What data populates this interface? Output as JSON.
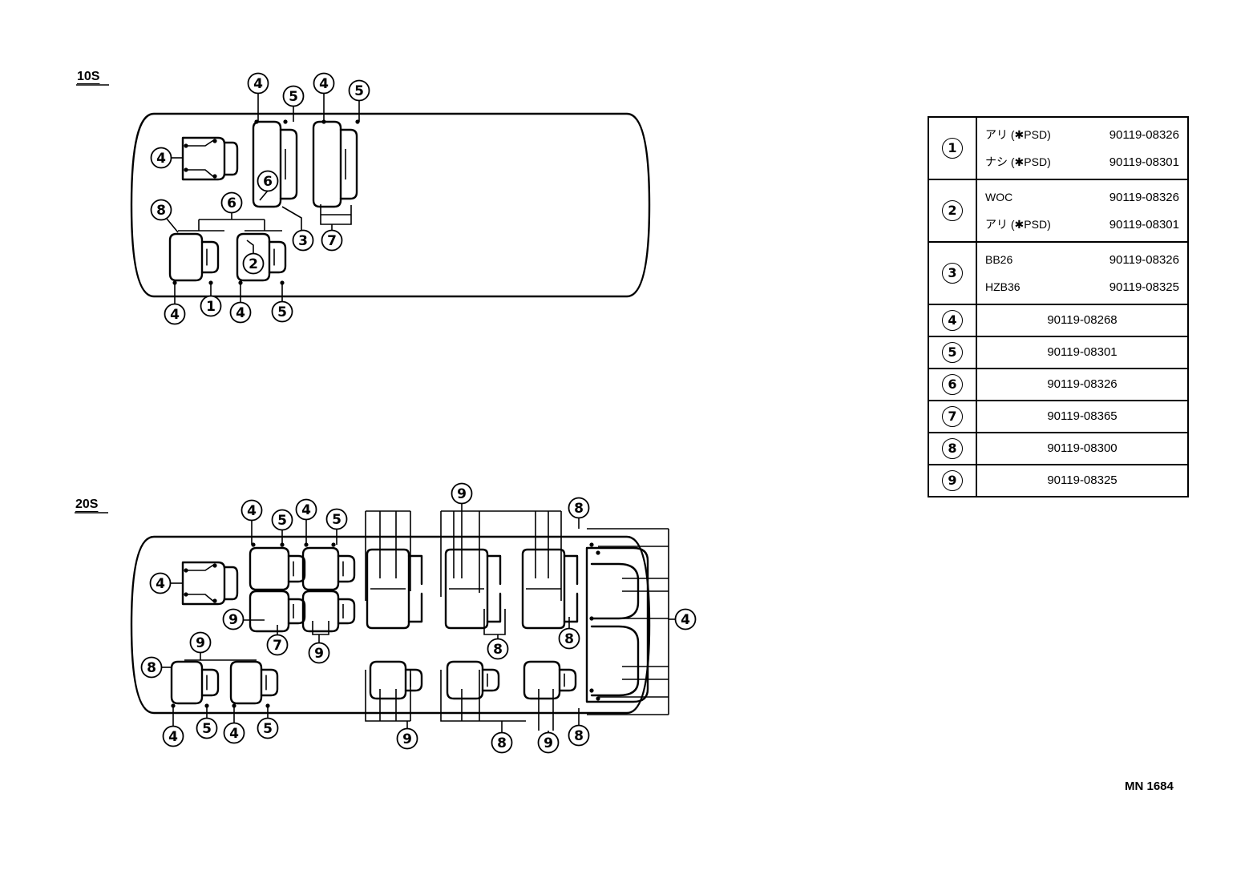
{
  "sections": {
    "ten_s": "10S",
    "twenty_s": "20S"
  },
  "parts_table": [
    {
      "key": "1",
      "variants": [
        {
          "cond": "アリ (✱PSD)",
          "part": "90119-08326"
        },
        {
          "cond": "ナシ (✱PSD)",
          "part": "90119-08301"
        }
      ]
    },
    {
      "key": "2",
      "variants": [
        {
          "cond": "WOC",
          "part": "90119-08326"
        },
        {
          "cond": "アリ (✱PSD)",
          "part": "90119-08301"
        }
      ]
    },
    {
      "key": "3",
      "variants": [
        {
          "cond": "BB26",
          "part": "90119-08326"
        },
        {
          "cond": "HZB36",
          "part": "90119-08325"
        }
      ]
    },
    {
      "key": "4",
      "part": "90119-08268"
    },
    {
      "key": "5",
      "part": "90119-08301"
    },
    {
      "key": "6",
      "part": "90119-08326"
    },
    {
      "key": "7",
      "part": "90119-08365"
    },
    {
      "key": "8",
      "part": "90119-08300"
    },
    {
      "key": "9",
      "part": "90119-08325"
    }
  ],
  "document_code": "MN 1684"
}
